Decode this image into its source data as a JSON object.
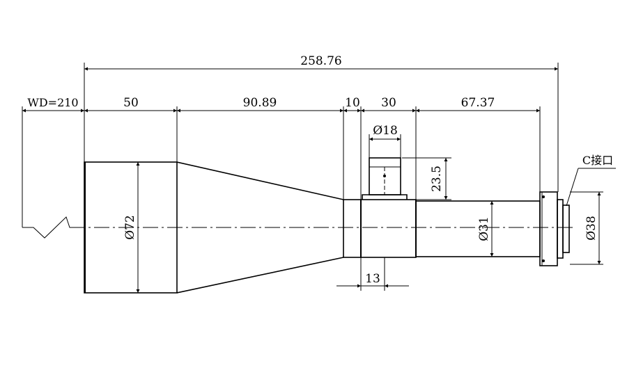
{
  "drawing": {
    "dimensions": {
      "overall_length": "258.76",
      "working_distance": "WD=210",
      "front_barrel_length": "50",
      "taper_length": "90.89",
      "step_length": "10",
      "port_block_length": "30",
      "rear_barrel_length": "67.37",
      "port_offset": "13",
      "front_diameter": "Ø72",
      "port_diameter": "Ø18",
      "port_height": "23.5",
      "rear_diameter": "Ø31",
      "mount_diameter": "Ø38"
    },
    "mount_label": "C接口"
  }
}
